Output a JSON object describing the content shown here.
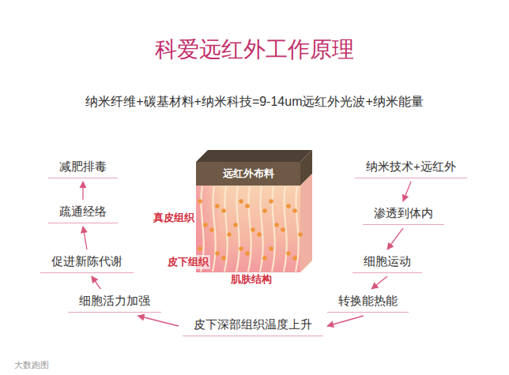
{
  "diagram": {
    "title": "科爱远红外工作原理",
    "nodes": [
      {
        "text": [
          "纳米技术+远红外"
        ]
      },
      {
        "text": [
          "渗透到体内"
        ]
      },
      {
        "text": [
          "细胞运动"
        ]
      },
      {
        "text": [
          "转换能热能"
        ]
      },
      {
        "text": [
          "皮下深部组织温度上升"
        ]
      },
      {
        "text": [
          "细胞活力加强"
        ]
      },
      {
        "text": [
          "促进新陈代谢"
        ]
      },
      {
        "text": [
          "疏通经络"
        ]
      },
      {
        "text": [
          "减肥排毒"
        ]
      },
      {
        "text": [
          "远红外布料"
        ]
      }
    ],
    "edges": [
      {
        "from": 0,
        "to": 1,
        "arrow": "to"
      },
      {
        "from": 1,
        "to": 2,
        "arrow": "to"
      },
      {
        "from": 2,
        "to": 3,
        "arrow": "to"
      },
      {
        "from": 3,
        "to": 4,
        "arrow": "to"
      },
      {
        "from": 4,
        "to": 5,
        "arrow": "to"
      },
      {
        "from": 5,
        "to": 6,
        "arrow": "to"
      },
      {
        "from": 6,
        "to": 7,
        "arrow": "to"
      },
      {
        "from": 7,
        "to": 8,
        "arrow": "to"
      }
    ],
    "labels": [
      "纳米纤维+碳基材料+纳米科技=9-14um远红外光波+纳米能量",
      "真皮组织",
      "皮下组织",
      "肌肤结构",
      "大数跑图"
    ]
  }
}
